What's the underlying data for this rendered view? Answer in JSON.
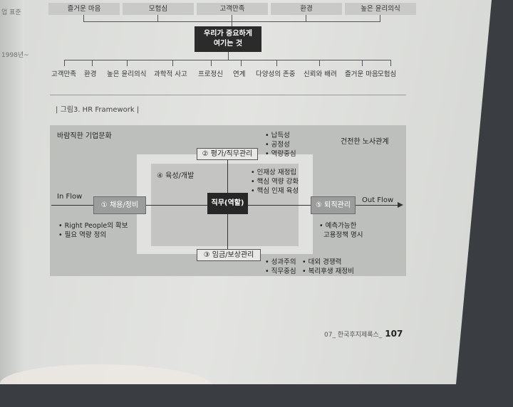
{
  "margin": {
    "line1": "업 표준",
    "line2": "1998년~"
  },
  "values_top": {
    "boxes": [
      "즐거운 마음",
      "모험심",
      "고객만족",
      "환경",
      "높은 윤리의식"
    ]
  },
  "values_center": {
    "line1": "우리가 중요하게",
    "line2": "여기는 것"
  },
  "values_bottom": {
    "labels": [
      "고객만족",
      "환경",
      "높은 윤리의식",
      "과학적 사고",
      "프로정신",
      "연계",
      "다양성의 존중",
      "신뢰와 배려",
      "즐거운 마음",
      "모험심"
    ]
  },
  "figure": {
    "title": "그림3. HR Framework",
    "corner_left": "바람직한 기업문화",
    "corner_right": "건전한 노사관계",
    "in_flow": "In Flow",
    "out_flow": "Out Flow",
    "box1": "① 채용/정비",
    "box2": "② 평가/직무관리",
    "box3": "③ 임금/보상관리",
    "box4": "④ 육성/개발",
    "box5": "⑤ 퇴직관리",
    "center": "직무(역할)",
    "bullets_box1": [
      "• Right People의 확보",
      "• 필요 역량 정의"
    ],
    "bullets_box2": [
      "• 납득성",
      "• 공정성",
      "• 역량중심"
    ],
    "bullets_box4": [
      "• 인재상 재정립",
      "• 핵심 역량 강화",
      "• 핵심 인재 육성"
    ],
    "bullets_box5": [
      "• 예측가능한",
      "고용정책 명시"
    ],
    "bullets_box3a": [
      "• 성과주의",
      "• 직무중심"
    ],
    "bullets_box3b": [
      "• 대외 경쟁력",
      "• 복리후생 재정비"
    ]
  },
  "footer": {
    "section": "07_ 한국후지제록스_",
    "page": "107"
  }
}
